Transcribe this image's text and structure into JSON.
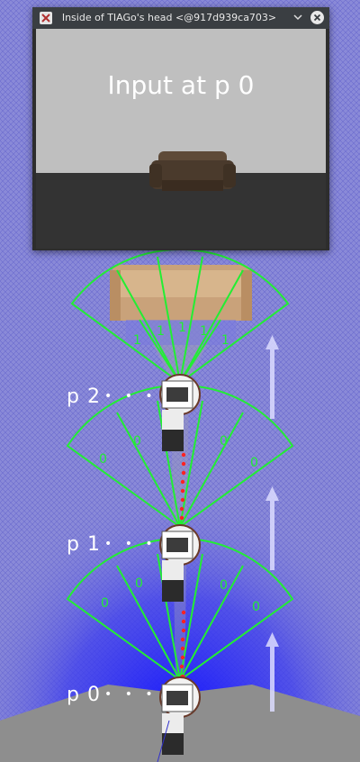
{
  "window": {
    "title": "Inside of TIAGo's head <@917d939ca703>",
    "viewport_text": "Input at p 0"
  },
  "poses": [
    {
      "label": "p 2",
      "dots": "• • •"
    },
    {
      "label": "p 1",
      "dots": "• • •"
    },
    {
      "label": "p 0",
      "dots": "• • •"
    }
  ],
  "scan_readings": {
    "p2": [
      "1",
      "1",
      "1",
      "1",
      "1"
    ],
    "p1": [
      "0",
      "0",
      "0",
      "0"
    ],
    "p0": [
      "0",
      "0",
      "0",
      "0"
    ]
  },
  "colors": {
    "sensor_fov": "#22ee33",
    "path": "#ff2222",
    "laser": "#2a2af0",
    "background_grid": "#7f7fd6",
    "arrows": "#dcdcff"
  },
  "icons": [
    "app-icon",
    "minimize-icon",
    "close-icon"
  ]
}
